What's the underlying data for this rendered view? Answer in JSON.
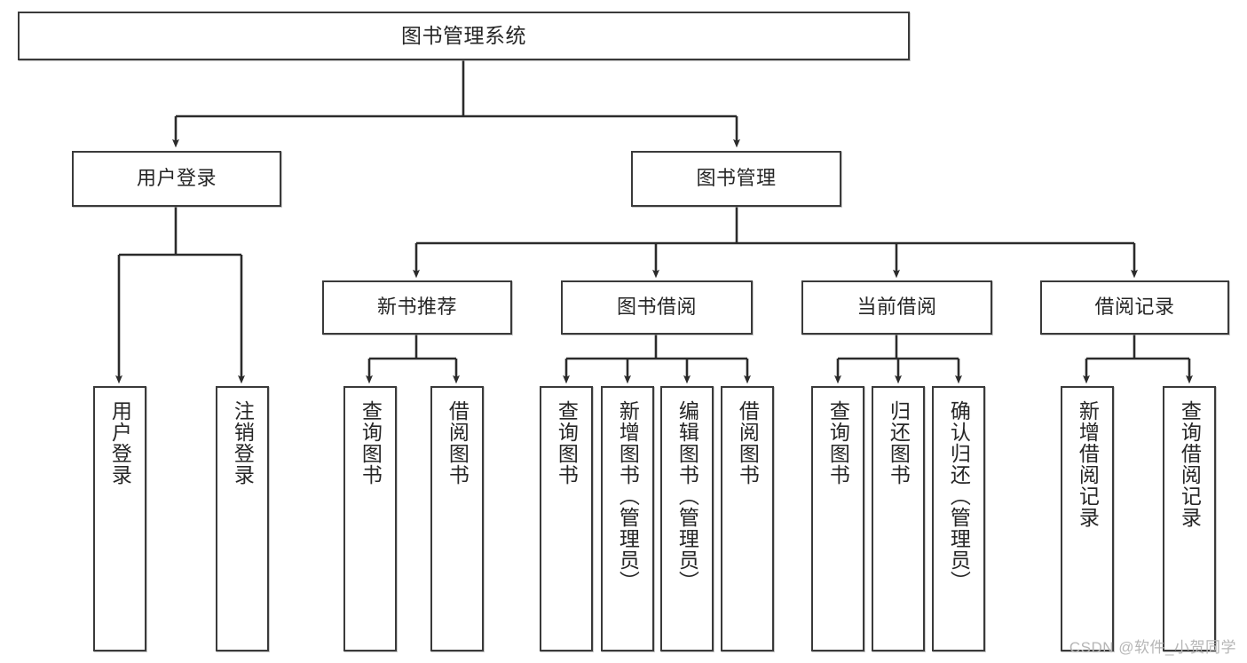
{
  "diagram": {
    "type": "tree",
    "title": "图书管理系统",
    "colors": {
      "box_border": "#3a3a3a",
      "box_fill": "#ffffff",
      "edge": "#2b2b2b",
      "text": "#262626",
      "watermark": "#b6b6b6"
    },
    "root": {
      "label": "图书管理系统"
    },
    "tier2": [
      {
        "label": "用户登录"
      },
      {
        "label": "图书管理"
      }
    ],
    "tier3": [
      {
        "label": "新书推荐"
      },
      {
        "label": "图书借阅"
      },
      {
        "label": "当前借阅"
      },
      {
        "label": "借阅记录"
      }
    ],
    "leaves": {
      "user_login": [
        {
          "label": "用户登录"
        },
        {
          "label": "注销登录"
        }
      ],
      "new_book": [
        {
          "label": "查询图书"
        },
        {
          "label": "借阅图书"
        }
      ],
      "book_borrow": [
        {
          "label": "查询图书"
        },
        {
          "label": "新增图书（管理员）"
        },
        {
          "label": "编辑图书（管理员）"
        },
        {
          "label": "借阅图书"
        }
      ],
      "current_borrow": [
        {
          "label": "查询图书"
        },
        {
          "label": "归还图书"
        },
        {
          "label": "确认归还（管理员）"
        }
      ],
      "borrow_record": [
        {
          "label": "新增借阅记录"
        },
        {
          "label": "查询借阅记录"
        }
      ]
    },
    "watermark": "CSDN @软件_小贺同学"
  }
}
